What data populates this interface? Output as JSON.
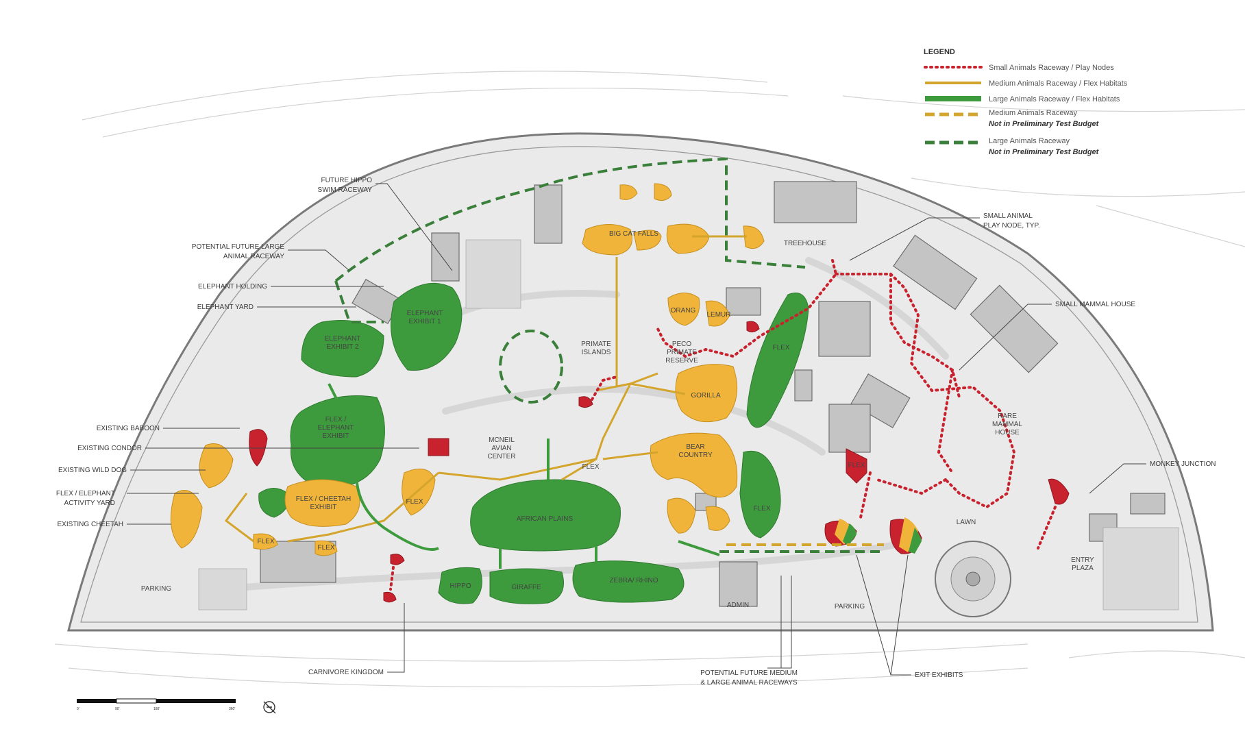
{
  "legend": {
    "title": "LEGEND",
    "items": [
      {
        "label": "Small Animals Raceway / Play Nodes",
        "note": ""
      },
      {
        "label": "Medium Animals Raceway / Flex Habitats",
        "note": ""
      },
      {
        "label": "Large Animals Raceway / Flex Habitats",
        "note": ""
      },
      {
        "label": "Medium Animals Raceway",
        "note": "Not in Preliminary Test Budget"
      },
      {
        "label": "Large Animals Raceway",
        "note": "Not in Preliminary Test Budget"
      }
    ]
  },
  "colors": {
    "small_red": "#c8222e",
    "medium_yellow": "#f0b43a",
    "medium_line": "#d4a52c",
    "large_green": "#3d9b3d",
    "large_dash": "#3a7f3a",
    "ground": "#e9e9e9",
    "building": "#c4c4c4"
  },
  "callouts": {
    "future_hippo": [
      "FUTURE HIPPO",
      "SWIM RACEWAY"
    ],
    "potential_large": [
      "POTENTIAL FUTURE LARGE",
      "ANIMAL RACEWAY"
    ],
    "elephant_holding": "ELEPHANT HOLDING",
    "elephant_yard": "ELEPHANT YARD",
    "existing_baboon": "EXISTING BABOON",
    "existing_condor": "EXISTING CONDOR",
    "existing_wild_dog": "EXISTING WILD DOG",
    "flex_elephant_yard": [
      "FLEX / ELEPHANT",
      "ACTIVITY YARD"
    ],
    "existing_cheetah": "EXISTING CHEETAH",
    "small_animal_play": [
      "SMALL ANIMAL",
      "PLAY NODE, TYP."
    ],
    "small_mammal_house": "SMALL MAMMAL HOUSE",
    "monkey_junction": "MONKEY JUNCTION",
    "carnivore_kingdom": "CARNIVORE KINGDOM",
    "potential_medium_large": [
      "POTENTIAL FUTURE MEDIUM",
      "& LARGE ANIMAL RACEWAYS"
    ],
    "exit_exhibits": "EXIT EXHIBITS"
  },
  "zones": {
    "big_cat_falls": "BIG CAT FALLS",
    "elephant_exhibit_1": [
      "ELEPHANT",
      "EXHIBIT 1"
    ],
    "elephant_exhibit_2": [
      "ELEPHANT",
      "EXHIBIT 2"
    ],
    "flex_elephant_exhibit": [
      "FLEX /",
      "ELEPHANT",
      "EXHIBIT"
    ],
    "flex_cheetah_exhibit": [
      "FLEX / CHEETAH",
      "EXHIBIT"
    ],
    "mcneil_avian": [
      "MCNEIL",
      "AVIAN",
      "CENTER"
    ],
    "african_plains": "AFRICAN PLAINS",
    "primate_islands": [
      "PRIMATE",
      "ISLANDS"
    ],
    "orang": "ORANG",
    "lemur": "LEMUR",
    "peco_primate": [
      "PECO",
      "PRIMATE",
      "RESERVE"
    ],
    "gorilla": "GORILLA",
    "bear_country": [
      "BEAR",
      "COUNTRY"
    ],
    "hippo": "HIPPO",
    "giraffe": "GIRAFFE",
    "zebra_rhino": "ZEBRA/ RHINO",
    "flex": "FLEX",
    "rare_mammal": [
      "RARE",
      "MAMMAL",
      "HOUSE"
    ],
    "lawn": "LAWN",
    "parking_left": "PARKING",
    "parking_right": "PARKING",
    "admin": "ADMIN",
    "treehouse": "TREEHOUSE",
    "entry_plaza": [
      "ENTRY",
      "PLAZA"
    ]
  },
  "scale": {
    "ticks": [
      "0'",
      "90'",
      "180'",
      "360'"
    ]
  }
}
